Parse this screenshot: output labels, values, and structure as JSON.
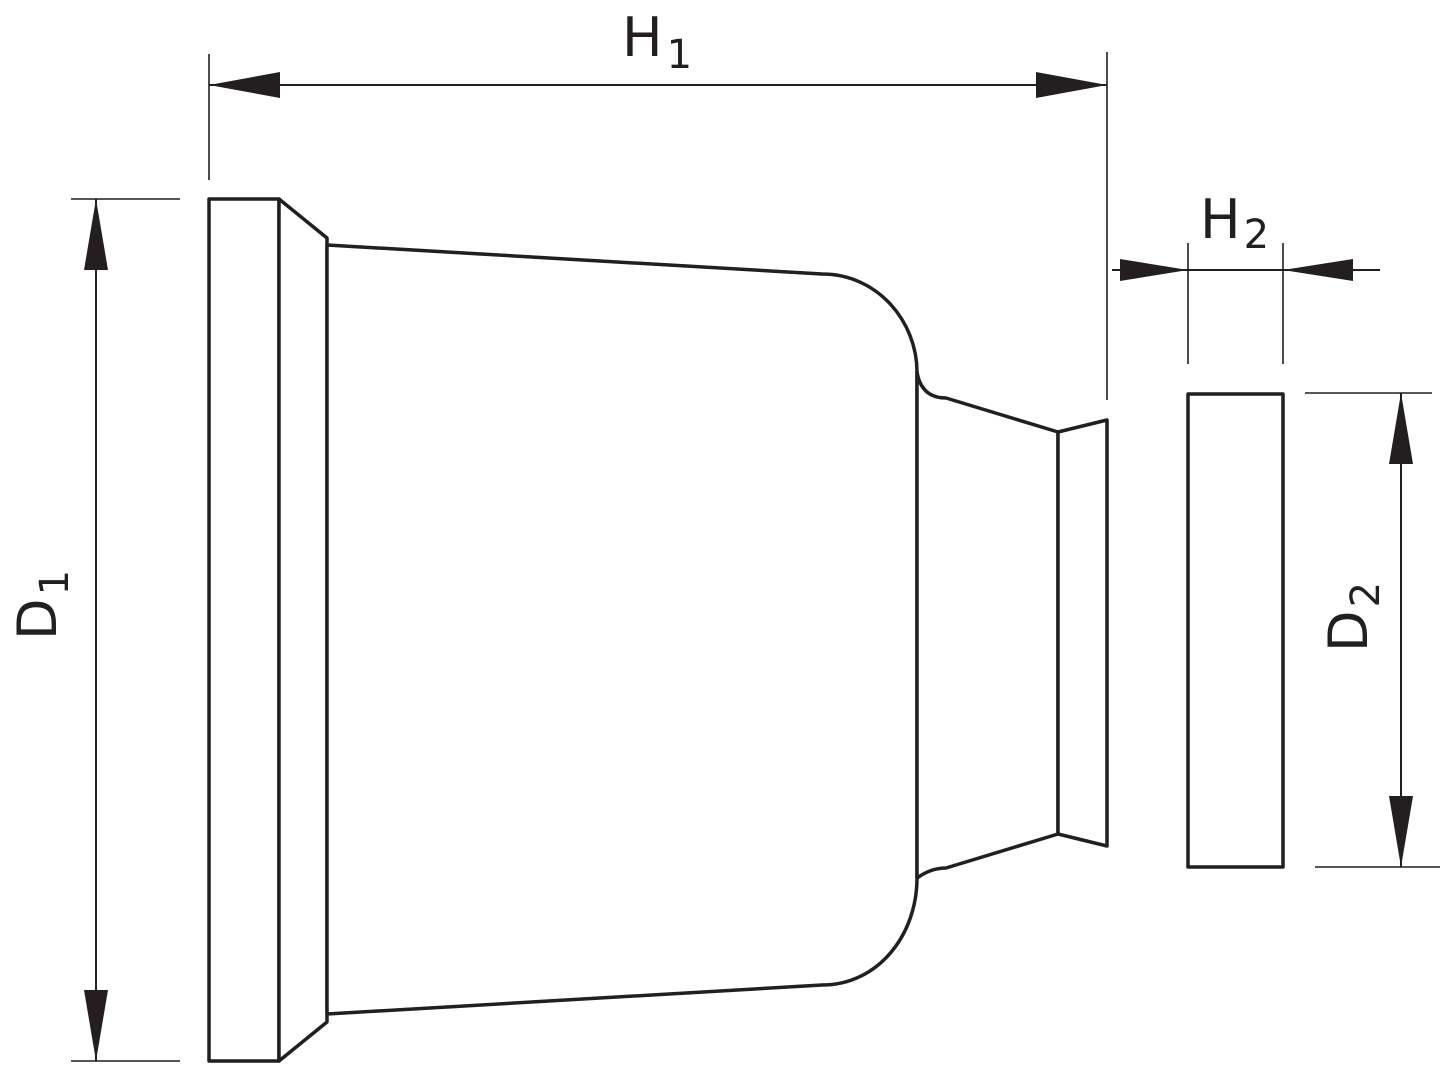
{
  "dimensions": {
    "h1": {
      "letter": "H",
      "subscript": "1"
    },
    "h2": {
      "letter": "H",
      "subscript": "2"
    },
    "d1": {
      "letter": "D",
      "subscript": "1"
    },
    "d2": {
      "letter": "D",
      "subscript": "2"
    }
  },
  "colors": {
    "line": "#231f20",
    "background": "#ffffff"
  }
}
